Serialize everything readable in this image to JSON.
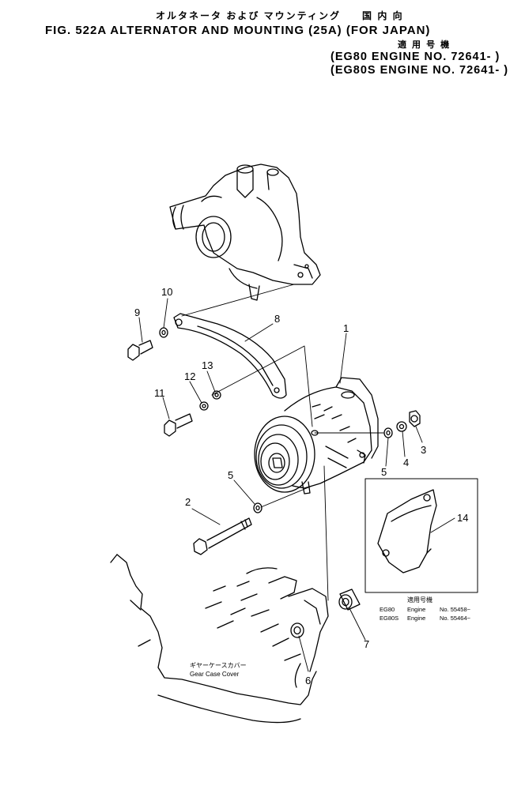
{
  "header": {
    "jp_title": "オルタネータ および マウンティング",
    "jp_region": "国 内 向",
    "title": "FIG. 522A  ALTERNATOR AND MOUNTING (25A) (FOR JAPAN)",
    "jp_applicable": "適 用 号 機",
    "engine_line_1": "(EG80   ENGINE NO. 72641- )",
    "engine_line_2": "(EG80S  ENGINE NO. 72641- )"
  },
  "callouts": [
    "1",
    "2",
    "3",
    "4",
    "5",
    "5",
    "6",
    "7",
    "8",
    "9",
    "10",
    "11",
    "12",
    "13",
    "14"
  ],
  "inset": {
    "jp_applicable": "適用号機",
    "rows": [
      {
        "model": "EG80",
        "label": "Engine",
        "no": "No. 55458~"
      },
      {
        "model": "EG80S",
        "label": "Engine",
        "no": "No. 55464~"
      }
    ]
  },
  "gear_case": {
    "jp": "ギヤーケースカバー",
    "en": "Gear Case Cover"
  }
}
